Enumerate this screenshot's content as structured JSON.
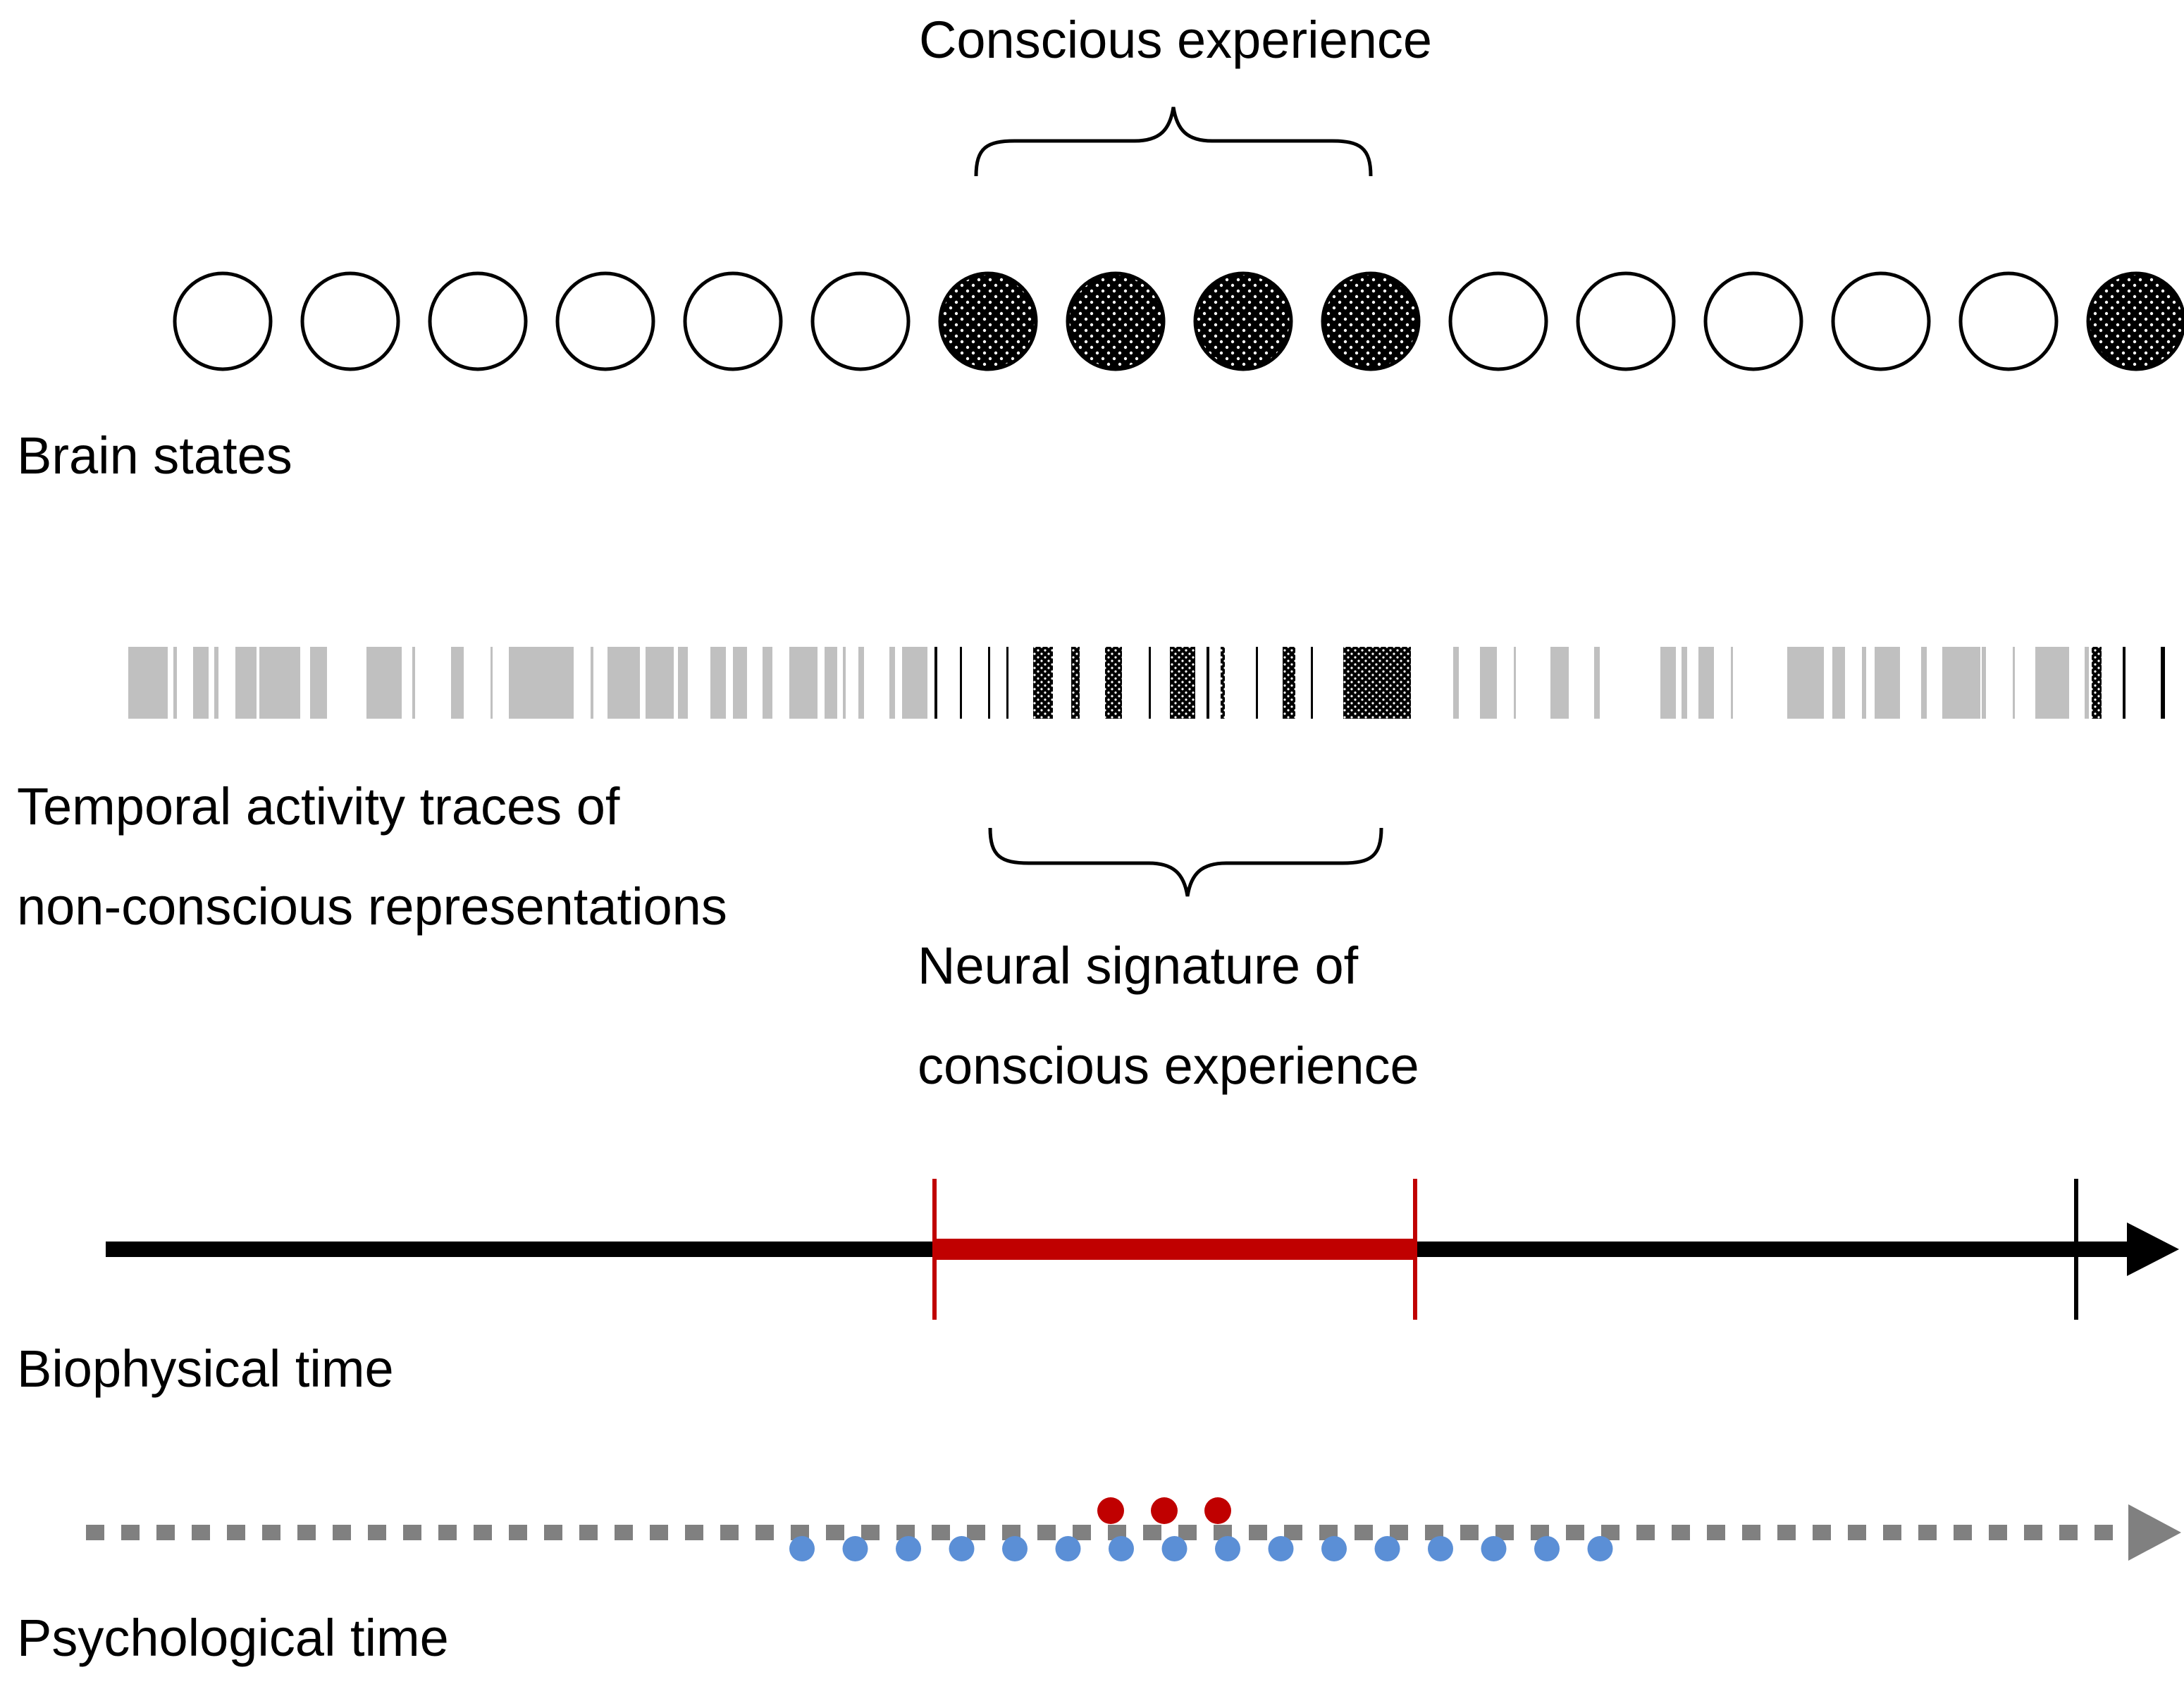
{
  "labels": {
    "conscious_experience": "Conscious experience",
    "brain_states": "Brain states",
    "activity_traces_line1": "Temporal activity traces of",
    "activity_traces_line2": "non-conscious representations",
    "neural_signature_line1": "Neural signature of",
    "neural_signature_line2": "conscious experience",
    "biophysical_time": "Biophysical time",
    "psychological_time": "Psychological time"
  },
  "brain_states": {
    "count": 16,
    "pattern": [
      "empty",
      "empty",
      "empty",
      "empty",
      "empty",
      "empty",
      "dotted",
      "dotted",
      "dotted",
      "dotted",
      "empty",
      "empty",
      "empty",
      "empty",
      "empty",
      "dotted"
    ]
  },
  "colors": {
    "ink": "#000000",
    "trace_gray": "#c0c0c0",
    "signature_red": "#c00000",
    "psych_gray": "#808080",
    "dot_blue": "#5b8fd6",
    "dot_red": "#c00000"
  },
  "psychological_time": {
    "blue_dot_count": 16,
    "red_dot_count": 3
  }
}
